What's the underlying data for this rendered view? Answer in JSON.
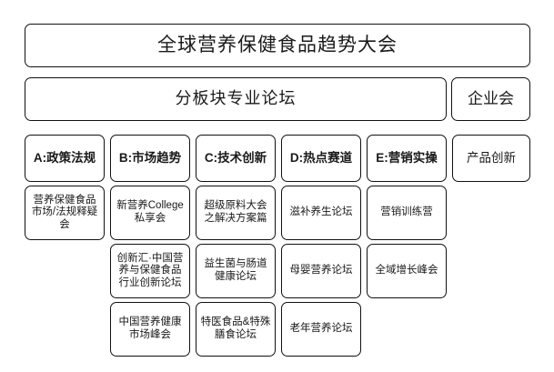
{
  "congress": {
    "title": "全球营养保健食品趋势大会"
  },
  "banner": {
    "forum_label": "分板块专业论坛",
    "enterprise_label": "企业会"
  },
  "tracks": [
    {
      "key": "A",
      "header": "A:政策法规"
    },
    {
      "key": "B",
      "header": "B:市场趋势"
    },
    {
      "key": "C",
      "header": "C:技术创新"
    },
    {
      "key": "D",
      "header": "D:热点赛道"
    },
    {
      "key": "E",
      "header": "E:营销实操"
    },
    {
      "key": "F",
      "header": "产品创新"
    }
  ],
  "sessions": {
    "row4": {
      "a": "营养保健食品市场/法规释疑会",
      "b": "新营养College私享会",
      "c": "超级原料大会之解决方案篇",
      "d": "滋补养生论坛",
      "e": "营销训练营",
      "f": ""
    },
    "row5": {
      "a": "",
      "b": "创新汇·中国营养与保健食品行业创新论坛",
      "c": "益生菌与肠道健康论坛",
      "d": "母婴营养论坛",
      "e": "全域增长峰会",
      "f": ""
    },
    "row6": {
      "a": "",
      "b": "中国营养健康市场峰会",
      "c": "特医食品&特殊膳食论坛",
      "d": "老年营养论坛",
      "e": "",
      "f": ""
    }
  },
  "style": {
    "border_color": "#111111",
    "background_color": "#ffffff",
    "text_color": "#1a1a1a"
  }
}
